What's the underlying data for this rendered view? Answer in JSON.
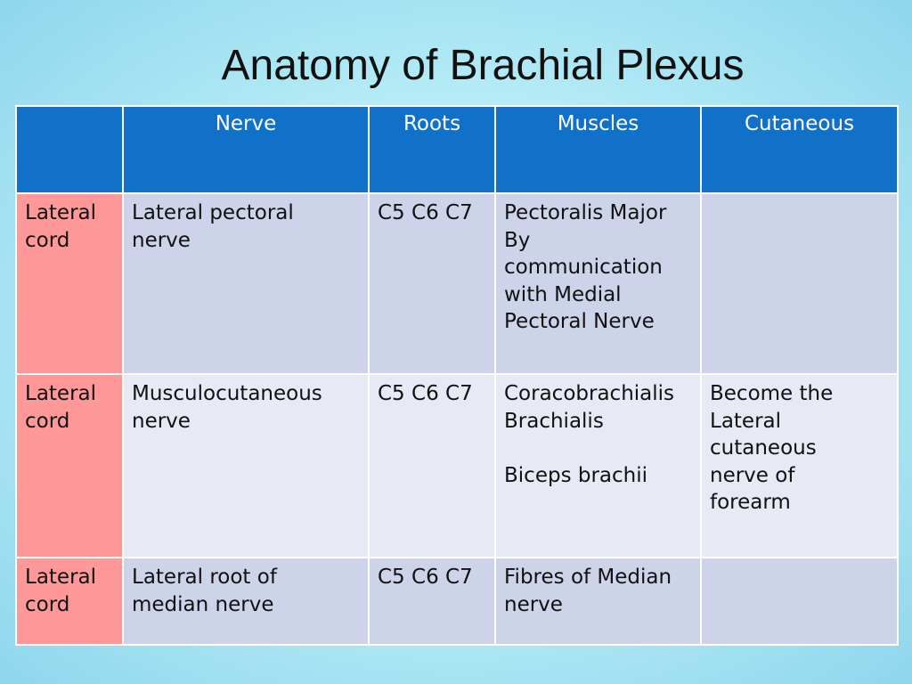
{
  "title": "Anatomy of Brachial Plexus",
  "columns": [
    "",
    "Nerve",
    "Roots",
    "Muscles",
    "Cutaneous"
  ],
  "rows": [
    {
      "cord": [
        "Lateral",
        "cord"
      ],
      "nerve": [
        "Lateral pectoral",
        "nerve"
      ],
      "roots": "C5 C6 C7",
      "muscles": [
        "Pectoralis Major",
        "By",
        "communication",
        "with Medial",
        "Pectoral Nerve"
      ],
      "cutaneous": []
    },
    {
      "cord": [
        "Lateral",
        "cord"
      ],
      "nerve": [
        "Musculocutaneous",
        "nerve"
      ],
      "roots": "C5 C6 C7",
      "muscles": [
        "Coracobrachialis",
        "Brachialis",
        "",
        "Biceps brachii"
      ],
      "cutaneous": [
        "Become the",
        "Lateral",
        "cutaneous",
        "nerve of",
        "forearm"
      ]
    },
    {
      "cord": [
        "Lateral",
        "cord"
      ],
      "nerve": [
        "Lateral root of",
        "median nerve"
      ],
      "roots": "C5 C6 C7",
      "muscles": [
        "Fibres of Median",
        "nerve"
      ],
      "cutaneous": []
    }
  ],
  "colors": {
    "header_bg": "#1171c9",
    "cord_bg": "#ff9999",
    "row_odd_bg": "#cdd4ea",
    "row_even_bg": "#e7eaf5"
  }
}
